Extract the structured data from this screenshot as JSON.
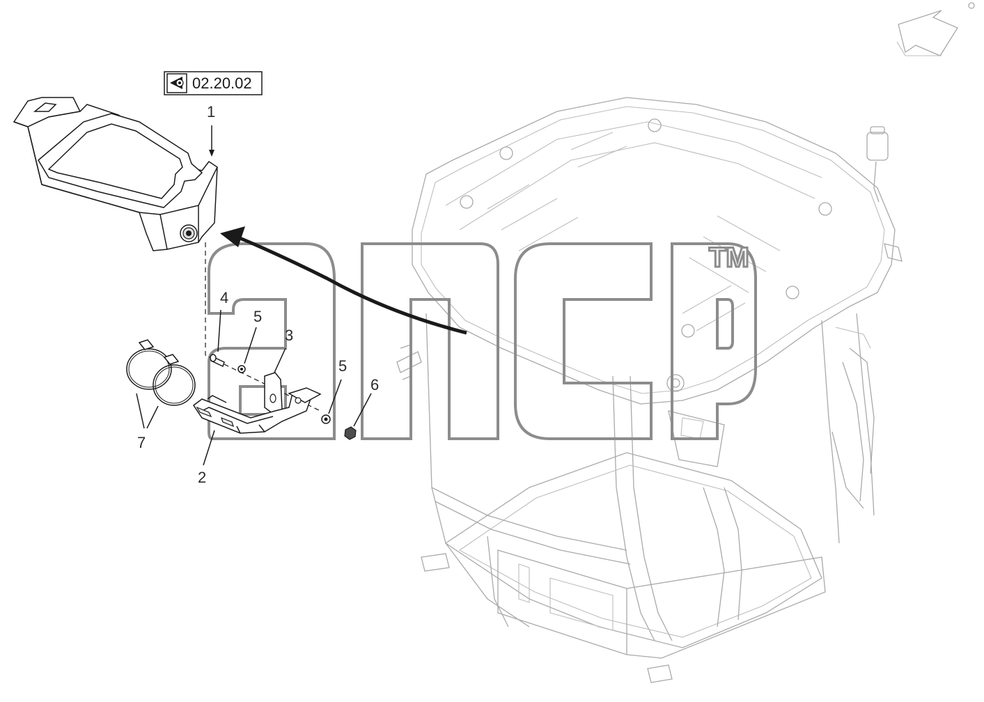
{
  "reference": {
    "icon": "view-reference-icon",
    "code": "02.20.02"
  },
  "callouts": [
    {
      "id": "1",
      "label": "1"
    },
    {
      "id": "2",
      "label": "2"
    },
    {
      "id": "3",
      "label": "3"
    },
    {
      "id": "4",
      "label": "4"
    },
    {
      "id": "5a",
      "label": "5"
    },
    {
      "id": "5b",
      "label": "5"
    },
    {
      "id": "6",
      "label": "6"
    },
    {
      "id": "7",
      "label": "7"
    }
  ],
  "watermark": {
    "text": "ancp",
    "trademark": "TM"
  },
  "icons": {
    "nav_arrow": "navigation-arrow-icon"
  }
}
